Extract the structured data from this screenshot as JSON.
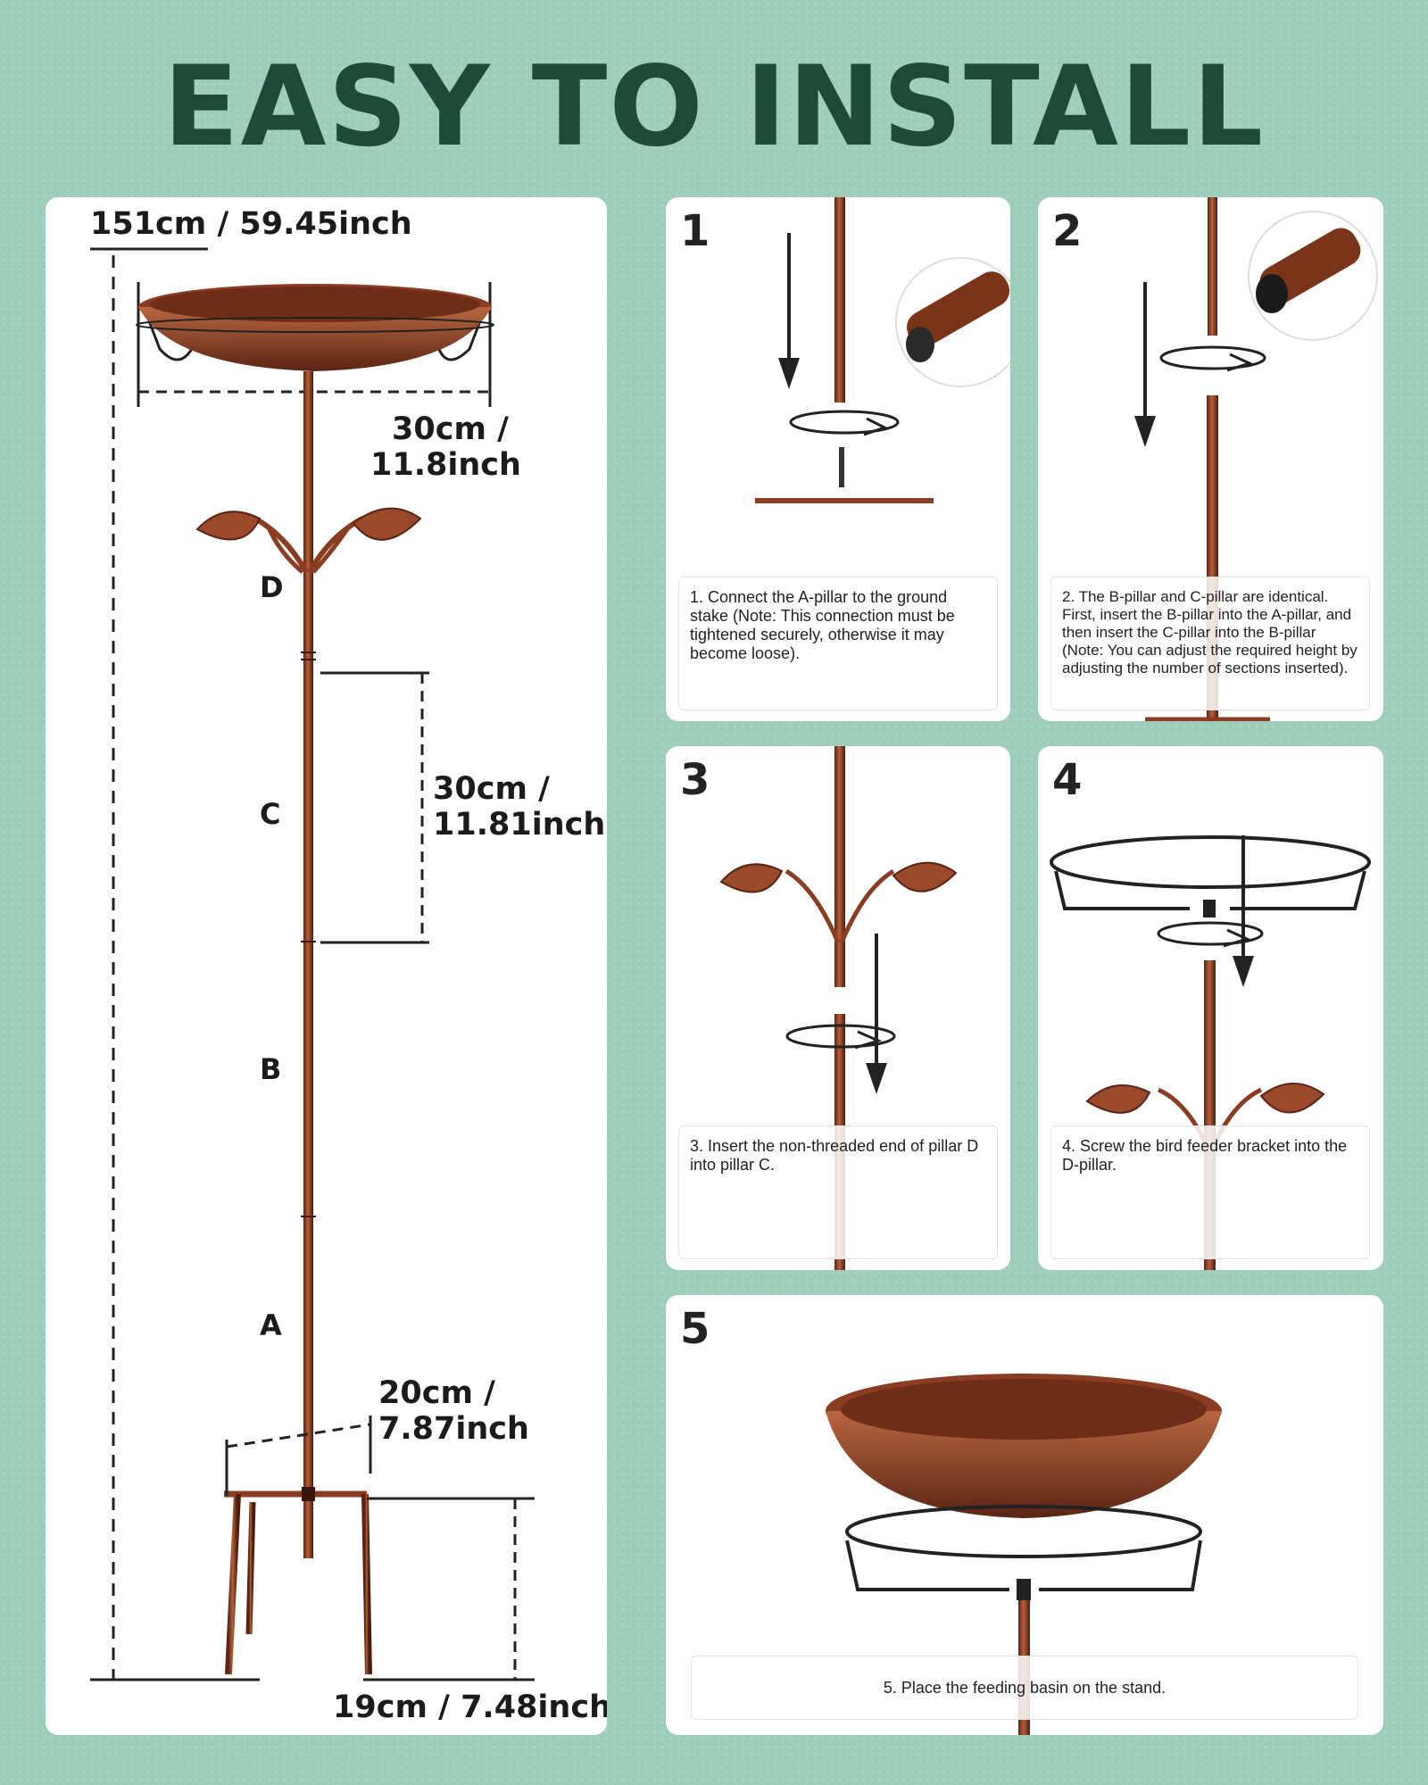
{
  "header": {
    "title": "EASY TO INSTALL"
  },
  "dimensions": {
    "total_height": "151cm / 59.45inch",
    "basin_line1": "30cm /",
    "basin_line2": "11.8inch",
    "section_line1": "30cm /",
    "section_line2": "11.81inch",
    "stake_line1": "20cm /",
    "stake_line2": "7.87inch",
    "stake_depth": "19cm / 7.48inch"
  },
  "pillar_labels": {
    "d": "D",
    "c": "C",
    "b": "B",
    "a": "A"
  },
  "steps": [
    {
      "number": "1",
      "text": "1. Connect the A-pillar to the ground stake (Note: This connection must be tightened securely, otherwise it may become loose)."
    },
    {
      "number": "2",
      "text": "2. The B-pillar and C-pillar are identical. First, insert the B-pillar into the A-pillar, and then insert the C-pillar into the B-pillar (Note: You can adjust the required height by adjusting the number of sections inserted)."
    },
    {
      "number": "3",
      "text": "3. Insert the non-threaded end of pillar D into pillar C."
    },
    {
      "number": "4",
      "text": "4. Screw the bird feeder bracket into the D-pillar."
    },
    {
      "number": "5",
      "text": "5. Place the feeding basin on the stand."
    }
  ],
  "colors": {
    "background": "#9fcdbb",
    "title": "#1f4a3a",
    "copper": "#9a4a2a",
    "card": "#ffffff"
  }
}
